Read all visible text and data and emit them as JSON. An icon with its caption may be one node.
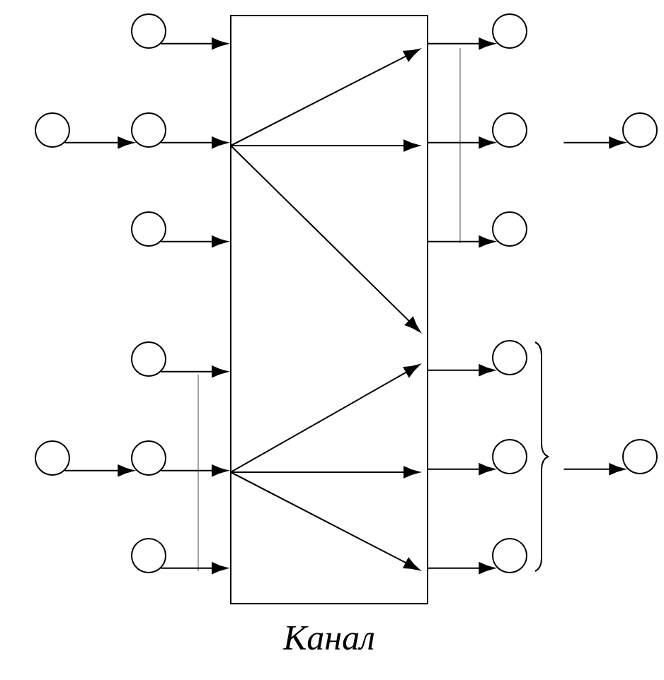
{
  "diagram": {
    "nodes": [
      {
        "text": [
          "Канал"
        ]
      },
      {
        "text": [],
        "shape": "circle"
      },
      {
        "text": [],
        "shape": "circle"
      },
      {
        "text": [],
        "shape": "circle"
      },
      {
        "text": [],
        "shape": "circle"
      },
      {
        "text": [],
        "shape": "circle"
      },
      {
        "text": [],
        "shape": "circle"
      },
      {
        "text": [],
        "shape": "circle"
      },
      {
        "text": [],
        "shape": "circle"
      },
      {
        "text": [],
        "shape": "circle"
      },
      {
        "text": [],
        "shape": "circle"
      },
      {
        "text": [],
        "shape": "circle"
      },
      {
        "text": [],
        "shape": "circle"
      },
      {
        "text": [],
        "shape": "circle"
      },
      {
        "text": [],
        "shape": "circle"
      },
      {
        "text": [],
        "shape": "circle"
      },
      {
        "text": [],
        "shape": "circle"
      }
    ],
    "edges": [
      {
        "from": 1,
        "to": 4,
        "arrow": "to"
      },
      {
        "from": 2,
        "to": 7,
        "arrow": "to"
      },
      {
        "from": 3,
        "to": 0,
        "arrow": "to"
      },
      {
        "from": 4,
        "to": 0,
        "arrow": "to"
      },
      {
        "from": 5,
        "to": 0,
        "arrow": "to"
      },
      {
        "from": 6,
        "to": 0,
        "arrow": "to"
      },
      {
        "from": 7,
        "to": 0,
        "arrow": "to"
      },
      {
        "from": 8,
        "to": 0,
        "arrow": "to"
      },
      {
        "from": 0,
        "to": 9,
        "arrow": "to"
      },
      {
        "from": 0,
        "to": 10,
        "arrow": "to"
      },
      {
        "from": 0,
        "to": 11,
        "arrow": "to"
      },
      {
        "from": 0,
        "to": 12,
        "arrow": "to"
      },
      {
        "from": 0,
        "to": 13,
        "arrow": "to"
      },
      {
        "from": 0,
        "to": 14,
        "arrow": "to"
      },
      {
        "from": null,
        "to": 15,
        "arrow": "to"
      },
      {
        "from": null,
        "to": 16,
        "arrow": "to"
      }
    ]
  }
}
